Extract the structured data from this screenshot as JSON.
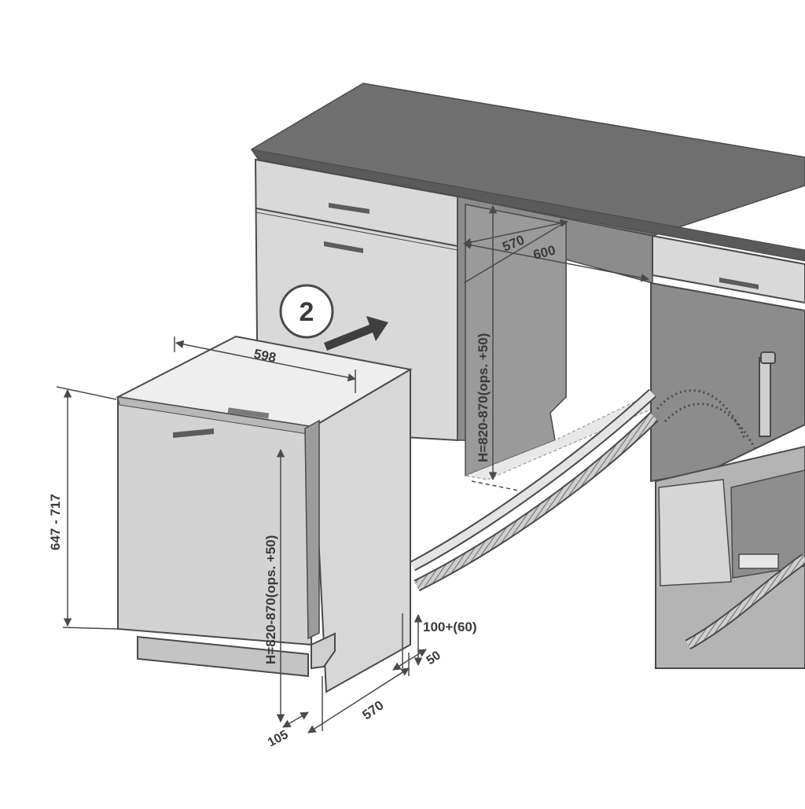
{
  "diagram": {
    "step_number": "2",
    "cabinet": {
      "niche_depth": "570",
      "niche_width": "600",
      "niche_height": "H=820-870(ops. +50)"
    },
    "dishwasher": {
      "width": "598",
      "door_height": "647 - 717",
      "height": "H=820-870(ops. +50)",
      "depth": "570",
      "plinth_offset": "105",
      "hose_gap": "50",
      "hose_height": "100+(60)"
    },
    "colors": {
      "countertop": "#6f6f6f",
      "cabinet_front": "#d9d9d9",
      "niche_shadow": "#8c8c8c",
      "appliance_front": "#d3d3d3",
      "line": "#4a4a4a"
    }
  }
}
